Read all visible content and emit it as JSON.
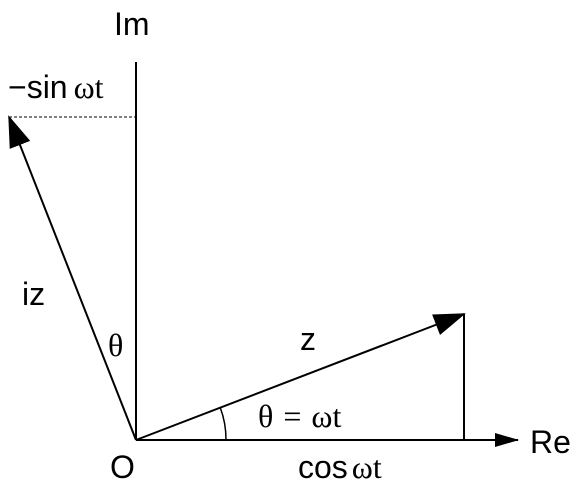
{
  "labels": {
    "im_axis": "Im",
    "re_axis": "Re",
    "origin": "O",
    "neg_sin": "−sin",
    "neg_sin_omega_t": "ωt",
    "iz": "iz",
    "theta_left": "θ",
    "z": "z",
    "theta_eq_lhs": "θ",
    "theta_eq_op": "=",
    "theta_eq_rhs": "ωt",
    "cos": "cos",
    "cos_omega_t": "ωt"
  }
}
